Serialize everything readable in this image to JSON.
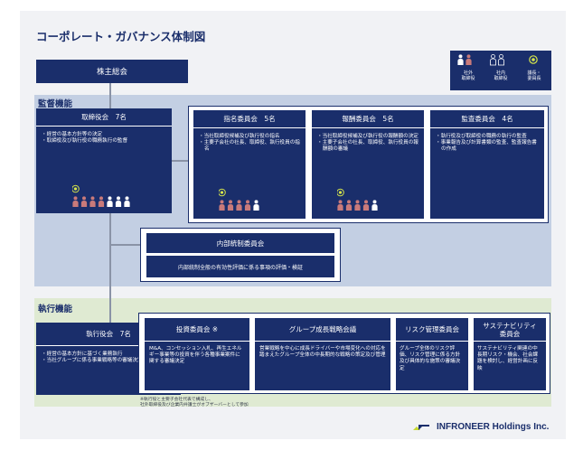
{
  "title": "コーポレート・ガバナンス体制図",
  "shareholders": "株主総会",
  "legend": {
    "outside": "社外\n取締役",
    "inside": "社内\n取締役",
    "chair": "議長・\n委員長",
    "colors": {
      "outside": "#c97a7a",
      "inside": "#ffffff",
      "chair_ring": "#d7e64a"
    }
  },
  "supervision": {
    "label": "監督機能",
    "board": {
      "head": "取締役会　7名",
      "bullets": [
        "経営の基本方針等の決定",
        "取締役及び執行役の職務執行の監督"
      ]
    },
    "committees": [
      {
        "head": "指名委員会　5名",
        "bullets": [
          "当社取締役候補及び執行役の指名",
          "主要子会社の社長、取締役、執行役員の指名"
        ]
      },
      {
        "head": "報酬委員会　5名",
        "bullets": [
          "当社取締役候補及び執行役の報酬額の決定",
          "主要子会社の社長、取締役、執行役員の報酬額の審議"
        ]
      },
      {
        "head": "監査委員会　4名",
        "bullets": [
          "執行役及び取締役の職務の執行の監査",
          "事業報告及び計算書類の監査、監査報告書の作成"
        ]
      }
    ],
    "internal_control": {
      "head": "内部統制委員会",
      "body": "内部統制全般の有効性評価に係る事項の評価・検証"
    }
  },
  "execution": {
    "label": "執行機能",
    "officers": {
      "head": "執行役会　7名",
      "bullets": [
        "経営の基本方針に基づく業務執行",
        "当社グループに係る事業戦略等の審議決定"
      ]
    },
    "committees": [
      {
        "head": "投資委員会 ※",
        "body": "M&A、コンセッション入札、再生エネルギー事業等の投資を伴う各種事業案件に関する審議決定"
      },
      {
        "head": "グループ成長戦略会議",
        "body": "営業戦略を中心に成長ドライバーや市場変化への対応を踏まえたグループ全体の中長期的な戦略の策定及び管理"
      },
      {
        "head": "リスク管理委員会",
        "body": "グループ全体のリスク評価、リスク管理に係る方針及び具体的な施策の審議決定"
      },
      {
        "head": "サステナビリティ\n委員会",
        "body": "サステナビリティ関連の中長期リスク・機会、社会課題を検討し、経営計画に反映"
      }
    ],
    "footnote": [
      "※執行役と主要子会社代表で構成し、",
      "社外取締役及び企業内弁護士がオブザーバーとして参加"
    ]
  },
  "logo": "INFRONEER Holdings Inc."
}
